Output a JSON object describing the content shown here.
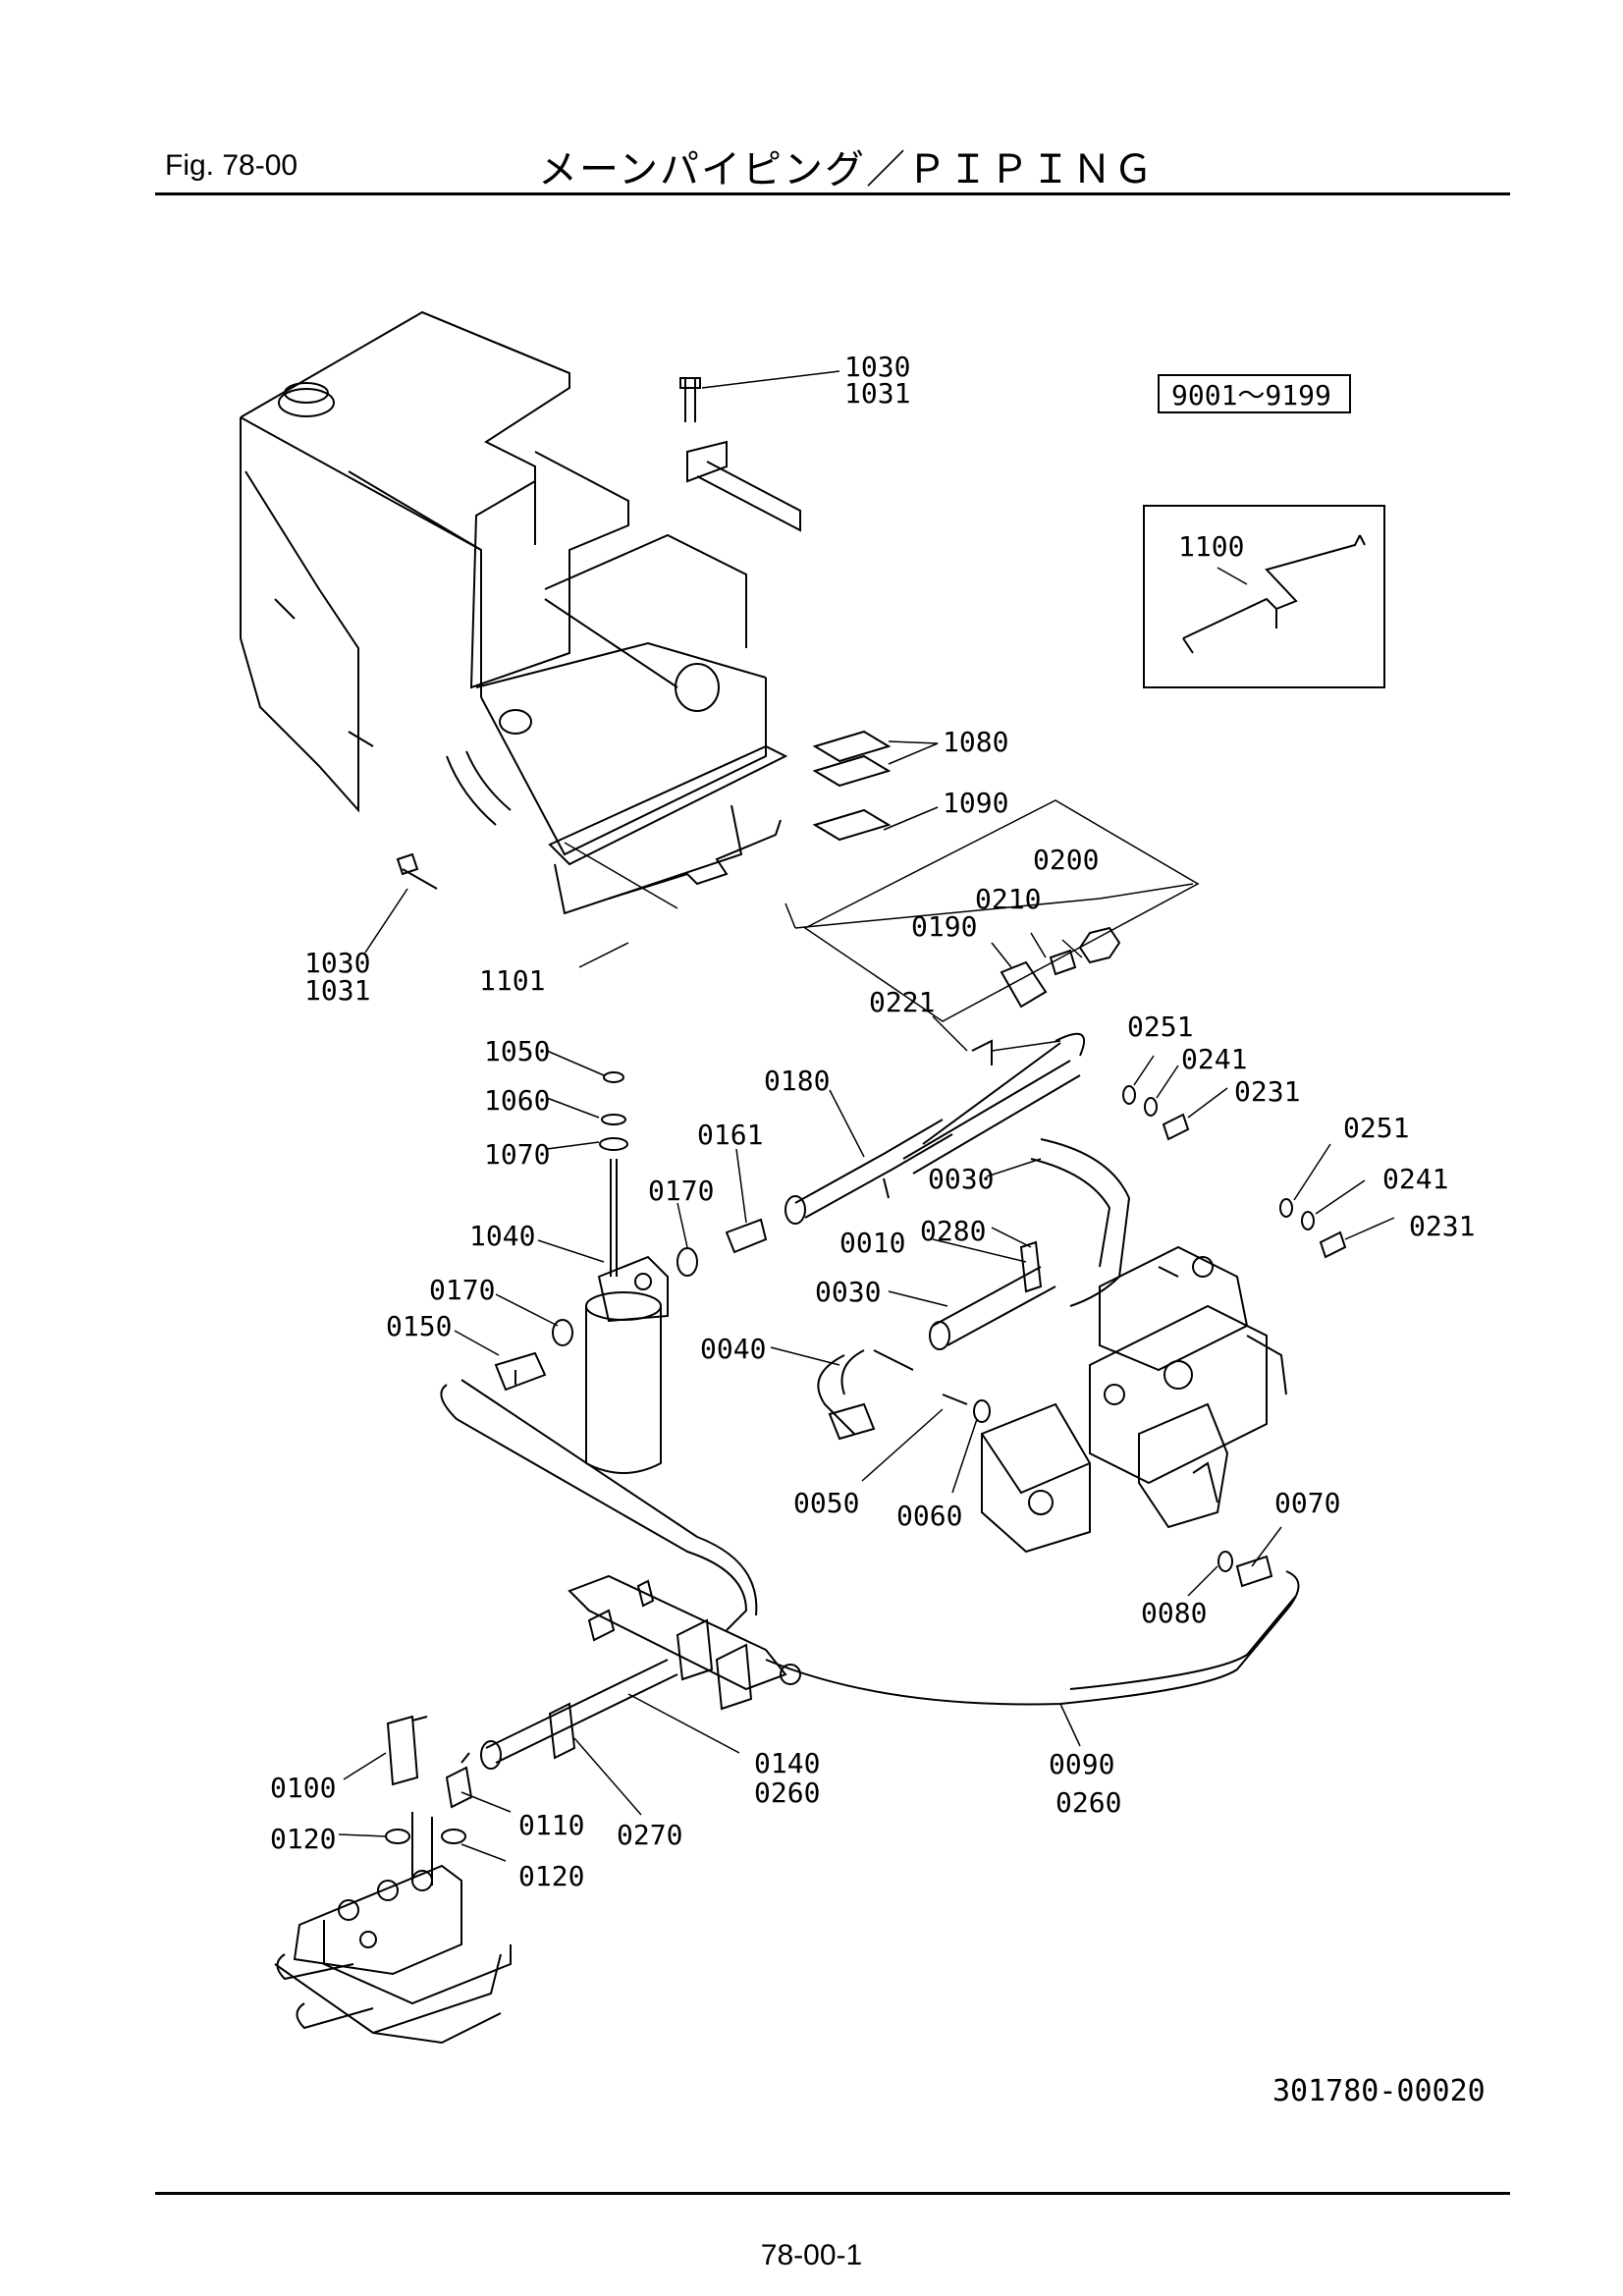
{
  "header": {
    "fig_label": "Fig.  78-00",
    "title": "メーンパイピング／ＰＩＰＩＮＧ"
  },
  "serial_range": "9001～9199",
  "drawing_number": "301780-00020",
  "page_number": "78-00-1",
  "labels": {
    "l1030a": "1030",
    "l1031a": "1031",
    "l1030b": "1030",
    "l1031b": "1031",
    "l1100": "1100",
    "l1080": "1080",
    "l1090": "1090",
    "l1101": "1101",
    "l0200": "0200",
    "l0210": "0210",
    "l0190": "0190",
    "l0221": "0221",
    "l0251a": "0251",
    "l0241a": "0241",
    "l0231a": "0231",
    "l0251b": "0251",
    "l0241b": "0241",
    "l0231b": "0231",
    "l1050": "1050",
    "l1060": "1060",
    "l1070": "1070",
    "l0180": "0180",
    "l0161": "0161",
    "l0170a": "0170",
    "l0170b": "0170",
    "l0030a": "0030",
    "l0030b": "0030",
    "l0010": "0010",
    "l0280": "0280",
    "l1040": "1040",
    "l0150": "0150",
    "l0040": "0040",
    "l0050": "0050",
    "l0060": "0060",
    "l0070": "0070",
    "l0080": "0080",
    "l0100": "0100",
    "l0120a": "0120",
    "l0120b": "0120",
    "l0110": "0110",
    "l0270": "0270",
    "l0140": "0140",
    "l0260a": "0260",
    "l0090": "0090",
    "l0260b": "0260"
  }
}
